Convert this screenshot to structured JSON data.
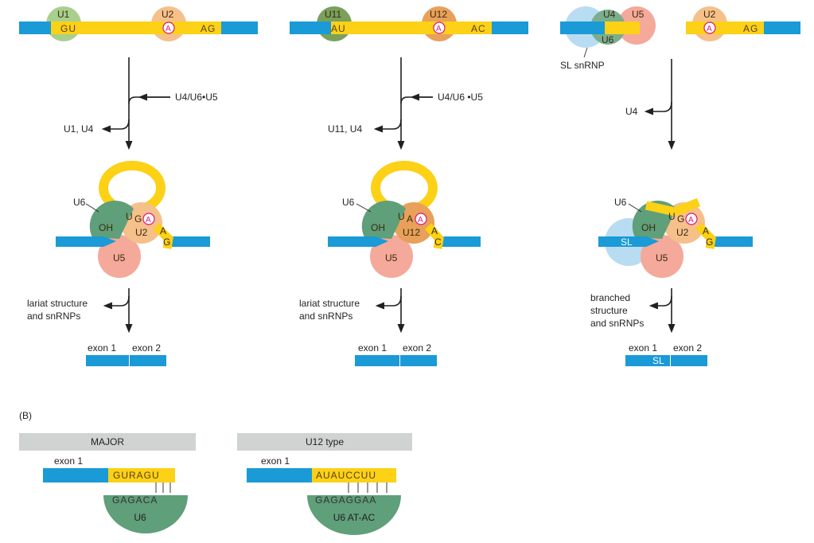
{
  "colors": {
    "exon_blue": "#1a9ad6",
    "intron_yellow": "#fcd116",
    "u1_green": "#a8d08d",
    "u11_green": "#7aa05a",
    "u2_orange": "#f5c08a",
    "u12_orange": "#e8a05a",
    "u5_pink": "#f4a99a",
    "u6_green": "#5f9f7a",
    "u4_green": "#7aae8e",
    "sl_blue": "#b8dcf2",
    "branch_a": "#d9187d",
    "header_gray": "#cfd3d2"
  },
  "panelA": {
    "major": {
      "u1": "U1",
      "u2": "U2",
      "five_site": "GU",
      "three_site": "AG",
      "branch": "A",
      "joins": "U4/U6•U5",
      "leaves": "U1, U4",
      "u6": "U6",
      "oh": "OH",
      "ug": "U",
      "g": "G",
      "u2b": "U2",
      "a2": "A",
      "g2": "G",
      "u5": "U5",
      "released": [
        "lariat structure",
        "and snRNPs"
      ],
      "exon1": "exon 1",
      "exon2": "exon 2"
    },
    "minor": {
      "u11": "U11",
      "u12": "U12",
      "five_site": "AU",
      "three_site": "AC",
      "branch": "A",
      "joins": "U4/U6 •U5",
      "leaves": "U11, U4",
      "u6": "U6",
      "oh": "OH",
      "ua": "U",
      "a": "A",
      "u12b": "U12",
      "a2": "A",
      "c2": "C",
      "u5": "U5",
      "released": [
        "lariat structure",
        "and snRNPs"
      ],
      "exon1": "exon 1",
      "exon2": "exon 2"
    },
    "trans": {
      "u4": "U4",
      "u5": "U5",
      "u6": "U6",
      "sl_snrnp": "SL snRNP",
      "u2": "U2",
      "branch": "A",
      "three_site": "AG",
      "leaves": "U4",
      "u6b": "U6",
      "sl": "SL",
      "oh": "OH",
      "ug": "U",
      "g": "G",
      "u2b": "U2",
      "a2": "A",
      "g2": "G",
      "u5b": "U5",
      "released": [
        "branched",
        "structure",
        "and snRNPs"
      ],
      "exon1": "exon 1",
      "exon2": "exon 2",
      "sl2": "SL"
    }
  },
  "panelB": {
    "label": "(B)",
    "major": {
      "header": "MAJOR",
      "exon1": "exon 1",
      "seq": "GURAGU",
      "pair": "GAGACA",
      "u6": "U6"
    },
    "u12type": {
      "header": "U12 type",
      "exon1": "exon 1",
      "seq": "AUAUCCUU",
      "pair": "GAGAGGAA",
      "u6": "U6 AT-AC"
    }
  }
}
